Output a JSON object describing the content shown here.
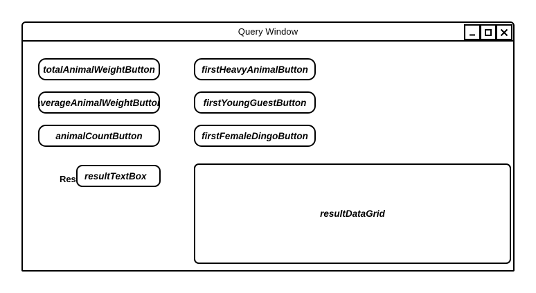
{
  "window": {
    "title": "Query Window",
    "controls": [
      {
        "name": "minimize",
        "glyph": "_"
      },
      {
        "name": "maximize",
        "glyph": "□"
      },
      {
        "name": "close",
        "glyph": "✕"
      }
    ]
  },
  "buttons": {
    "left_column": [
      {
        "id": "totalAnimalWeightButton",
        "label": "totalAnimalWeightButton"
      },
      {
        "id": "averageAnimalWeightButton",
        "label": "averageAnimalWeightButton"
      },
      {
        "id": "animalCountButton",
        "label": "animalCountButton"
      }
    ],
    "right_column": [
      {
        "id": "firstHeavyAnimalButton",
        "label": "firstHeavyAnimalButton"
      },
      {
        "id": "firstYoungGuestButton",
        "label": "firstYoungGuestButton"
      },
      {
        "id": "firstFemaleDingoButton",
        "label": "firstFemaleDingoButton"
      }
    ]
  },
  "result_row": {
    "label": "Result:",
    "text_box": {
      "id": "resultTextBox",
      "value": "resultTextBox"
    }
  },
  "data_grid": {
    "id": "resultDataGrid",
    "label": "resultDataGrid"
  },
  "colors": {
    "stroke": "#000000",
    "background": "#ffffff"
  }
}
